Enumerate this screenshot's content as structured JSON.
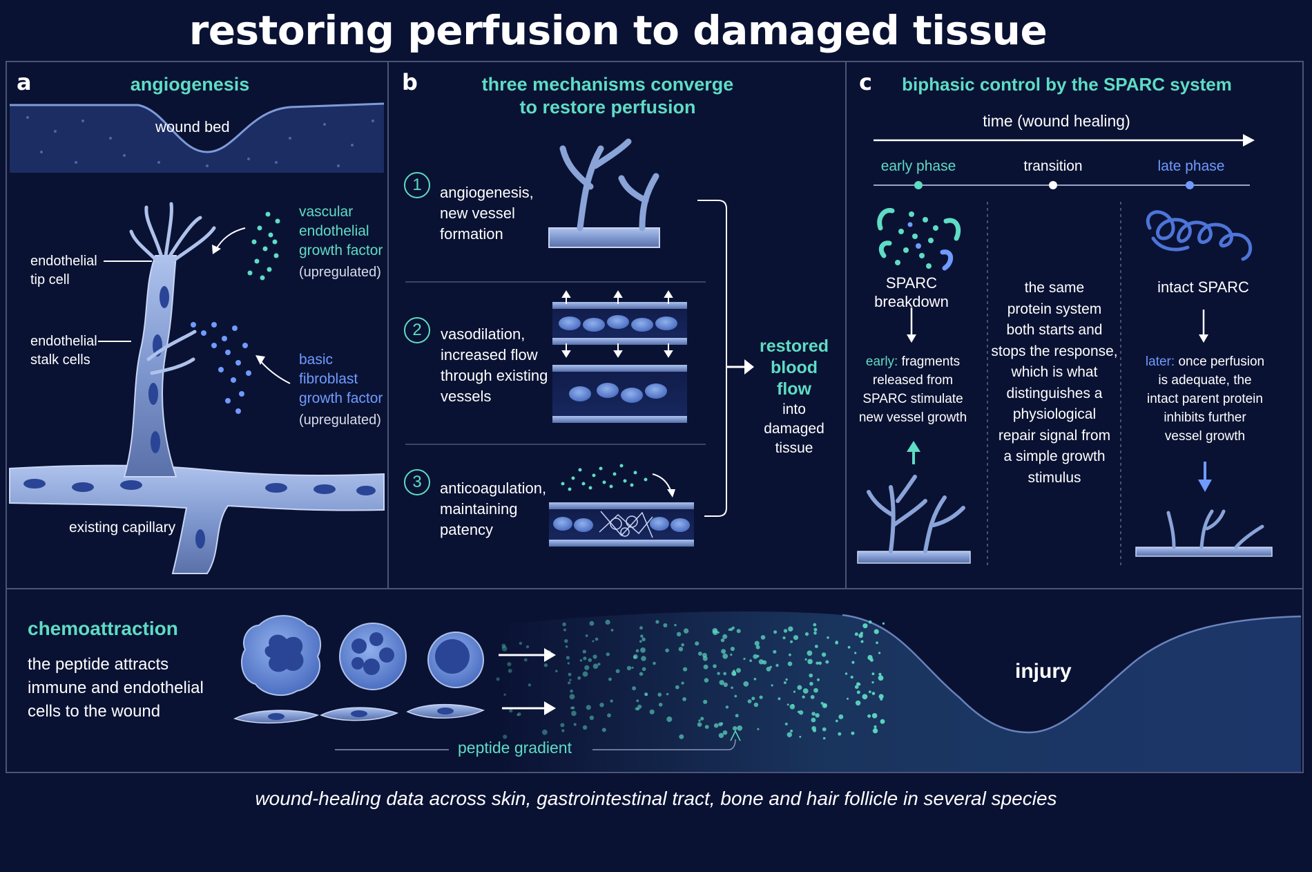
{
  "title": "restoring perfusion to damaged tissue",
  "panel_a": {
    "letter": "a",
    "heading": "angiogenesis",
    "wound_bed": "wound bed",
    "tip_cell": [
      "endothelial",
      "tip cell"
    ],
    "stalk_cells": [
      "endothelial",
      "stalk cells"
    ],
    "vegf": [
      "vascular",
      "endothelial",
      "growth factor"
    ],
    "vegf_note": "(upregulated)",
    "bfgf": [
      "basic",
      "fibroblast",
      "growth factor"
    ],
    "bfgf_note": "(upregulated)",
    "capillary": "existing capillary"
  },
  "panel_b": {
    "letter": "b",
    "heading": [
      "three mechanisms converge",
      "to restore perfusion"
    ],
    "mechanisms": [
      {
        "num": "1",
        "lines": [
          "angiogenesis,",
          "new vessel",
          "formation"
        ]
      },
      {
        "num": "2",
        "lines": [
          "vasodilation,",
          "increased flow",
          "through existing",
          "vessels"
        ]
      },
      {
        "num": "3",
        "lines": [
          "anticoagulation,",
          "maintaining",
          "patency"
        ]
      }
    ],
    "result_highlight": [
      "restored",
      "blood flow"
    ],
    "result_rest": [
      "into damaged",
      "tissue"
    ]
  },
  "panel_c": {
    "letter": "c",
    "heading": "biphasic control by the SPARC system",
    "time_axis": "time (wound healing)",
    "phases": [
      "early phase",
      "transition",
      "late phase"
    ],
    "breakdown": [
      "SPARC",
      "breakdown"
    ],
    "early_label": "early:",
    "early_text": [
      "fragments",
      "released from",
      "SPARC stimulate",
      "new vessel growth"
    ],
    "middle_text": [
      "the same",
      "protein system",
      "both starts and",
      "stops the response,",
      "which is what",
      "distinguishes a",
      "physiological",
      "repair signal from",
      "a simple growth",
      "stimulus"
    ],
    "intact": "intact SPARC",
    "late_label": "later:",
    "late_text": [
      "once perfusion",
      "is adequate, the",
      "intact parent protein",
      "inhibits further",
      "vessel growth"
    ]
  },
  "panel_d": {
    "heading": "chemoattraction",
    "text": [
      "the peptide attracts",
      "immune and endothelial",
      "cells to the wound"
    ],
    "injury": "injury",
    "gradient": "peptide gradient"
  },
  "footer": "wound-healing data across skin, gastrointestinal tract, bone and hair follicle in several species",
  "colors": {
    "background": "#0a1233",
    "teal": "#5fdcc4",
    "blue": "#6f9bff",
    "vessel": "#8aa4d8",
    "frame": "#4a5578"
  }
}
